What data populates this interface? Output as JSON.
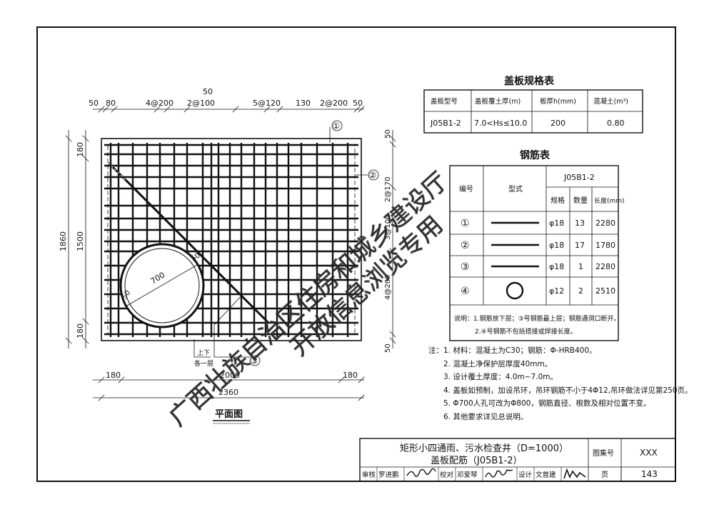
{
  "plan": {
    "title": "平面图",
    "top_dims": [
      "50",
      "80",
      "4@200",
      "50",
      "2@100",
      "5@120",
      "130",
      "2@200",
      "50"
    ],
    "bottom_dims": [
      "180",
      "2000",
      "180"
    ],
    "overall_width": "2360",
    "left_dims": [
      "180",
      "1500",
      "180"
    ],
    "overall_height": "1860",
    "right_dims": [
      "50",
      "2@170",
      "3@100",
      "4@200",
      "50"
    ],
    "circle_labels": [
      "700",
      "50",
      "50"
    ],
    "layer_note": [
      "上下",
      "各一层"
    ],
    "markers": [
      "①",
      "②",
      "③"
    ]
  },
  "spec_table": {
    "title": "盖板规格表",
    "headers": [
      "盖板型号",
      "盖板覆土厚(m)",
      "板厚h(mm)",
      "混凝土(m³)"
    ],
    "row": [
      "J05B1-2",
      "7.0<Hs≤10.0",
      "200",
      "0.80"
    ]
  },
  "rebar_table": {
    "title": "钢筋表",
    "col_no": "编号",
    "col_shape": "型式",
    "col_model": "J05B1-2",
    "col_spec": "规格",
    "col_qty": "数量",
    "col_len": "长度(mm)",
    "rows": [
      {
        "no": "①",
        "spec": "φ18",
        "qty": "13",
        "len": "2280",
        "shape": "bar"
      },
      {
        "no": "②",
        "spec": "φ18",
        "qty": "17",
        "len": "1780",
        "shape": "bar"
      },
      {
        "no": "③",
        "spec": "φ18",
        "qty": "1",
        "len": "2280",
        "shape": "bar"
      },
      {
        "no": "④",
        "spec": "φ12",
        "qty": "2",
        "len": "2510",
        "shape": "ring"
      }
    ],
    "note1": "说明：1.钢筋放下层；③号钢筋最上层；钢筋遇洞口断开。",
    "note2": "2.④号钢筋不包括搭接或焊接长度。"
  },
  "notes": {
    "label": "注：",
    "items": [
      "1. 材料：混凝土为C30；钢筋：Φ-HRB400。",
      "2. 混凝土净保护层厚度40mm。",
      "3. 设计覆土厚度：4.0m~7.0m。",
      "4. 盖板如预制，加设吊环，吊环钢筋不小于4Φ12,吊环做法详见第250页。",
      "5. Φ700人孔可改为Φ800，钢筋直径、根数及相对位置不变。",
      "6. 其他要求详见总说明。"
    ]
  },
  "title_block": {
    "title1": "矩形小四通雨、污水检查井（D=1000）",
    "title2": "盖板配筋（J05B1-2）",
    "atlas_label": "图集号",
    "atlas_no": "XXX",
    "page_label": "页",
    "page_no": "143",
    "review_label": "审核",
    "reviewer": "罗进鹏",
    "check_label": "校对",
    "checker": "邓爱琴",
    "design_label": "设计",
    "designer": "文曾建"
  },
  "watermark": {
    "line1": "广西壮族自治区住房和城乡建设厅",
    "line2": "开放信息浏览专用"
  }
}
